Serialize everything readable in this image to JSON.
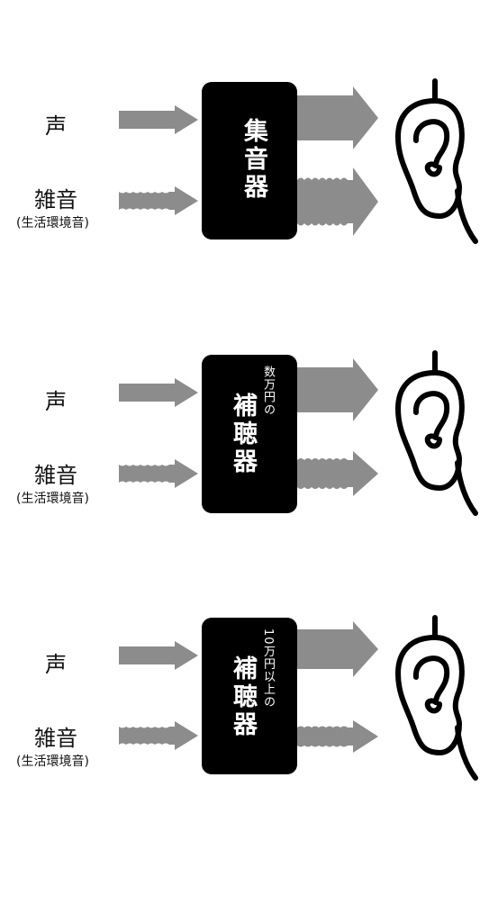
{
  "colors": {
    "arrow": "#8c8c8c",
    "box": "#000000",
    "box_text": "#ffffff",
    "ear_stroke": "#000000"
  },
  "panels": [
    {
      "voice_label": "声",
      "noise_label": "雑音",
      "noise_sublabel": "(生活環境音)",
      "device": {
        "name": "集音器",
        "note": ""
      },
      "output": {
        "voice": "large",
        "noise": "large"
      }
    },
    {
      "voice_label": "声",
      "noise_label": "雑音",
      "noise_sublabel": "(生活環境音)",
      "device": {
        "name": "補聴器",
        "note": "数万円の"
      },
      "output": {
        "voice": "large",
        "noise": "medium"
      }
    },
    {
      "voice_label": "声",
      "noise_label": "雑音",
      "noise_sublabel": "(生活環境音)",
      "device": {
        "name": "補聴器",
        "note": "10万円以上の"
      },
      "output": {
        "voice": "large",
        "noise": "small"
      }
    }
  ]
}
